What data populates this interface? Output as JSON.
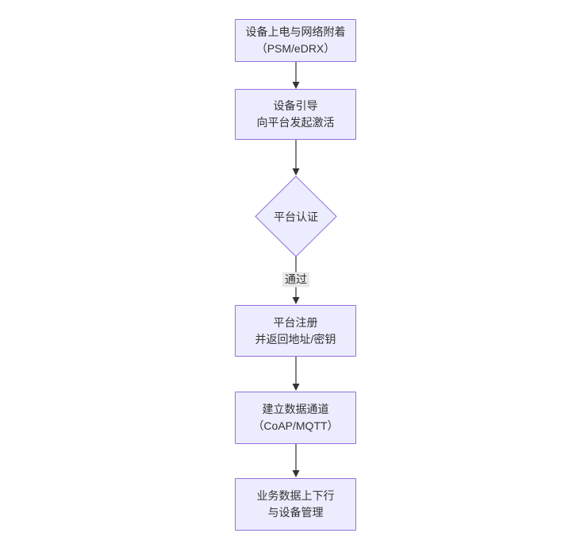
{
  "diagram": {
    "type": "flowchart",
    "direction": "top-down",
    "nodes": [
      {
        "id": "A",
        "shape": "rect",
        "line1": "设备上电与网络附着",
        "line2": "（PSM/eDRX）"
      },
      {
        "id": "B",
        "shape": "rect",
        "line1": "设备引导",
        "line2": "向平台发起激活"
      },
      {
        "id": "C",
        "shape": "diamond",
        "line1": "平台认证"
      },
      {
        "id": "D",
        "shape": "rect",
        "line1": "平台注册",
        "line2": "并返回地址/密钥"
      },
      {
        "id": "E",
        "shape": "rect",
        "line1": "建立数据通道",
        "line2": "（CoAP/MQTT）"
      },
      {
        "id": "F",
        "shape": "rect",
        "line1": "业务数据上下行",
        "line2": "与设备管理"
      }
    ],
    "edges": [
      {
        "from": "A",
        "to": "B",
        "label": ""
      },
      {
        "from": "B",
        "to": "C",
        "label": ""
      },
      {
        "from": "C",
        "to": "D",
        "label": "通过"
      },
      {
        "from": "D",
        "to": "E",
        "label": ""
      },
      {
        "from": "E",
        "to": "F",
        "label": ""
      }
    ],
    "colors": {
      "node_fill": "#ECECFF",
      "node_border": "#9370DB",
      "text_color": "#333333",
      "edge_color": "#333333",
      "edge_label_bg": "#e8e8e8",
      "page_bg": "#ffffff"
    }
  }
}
